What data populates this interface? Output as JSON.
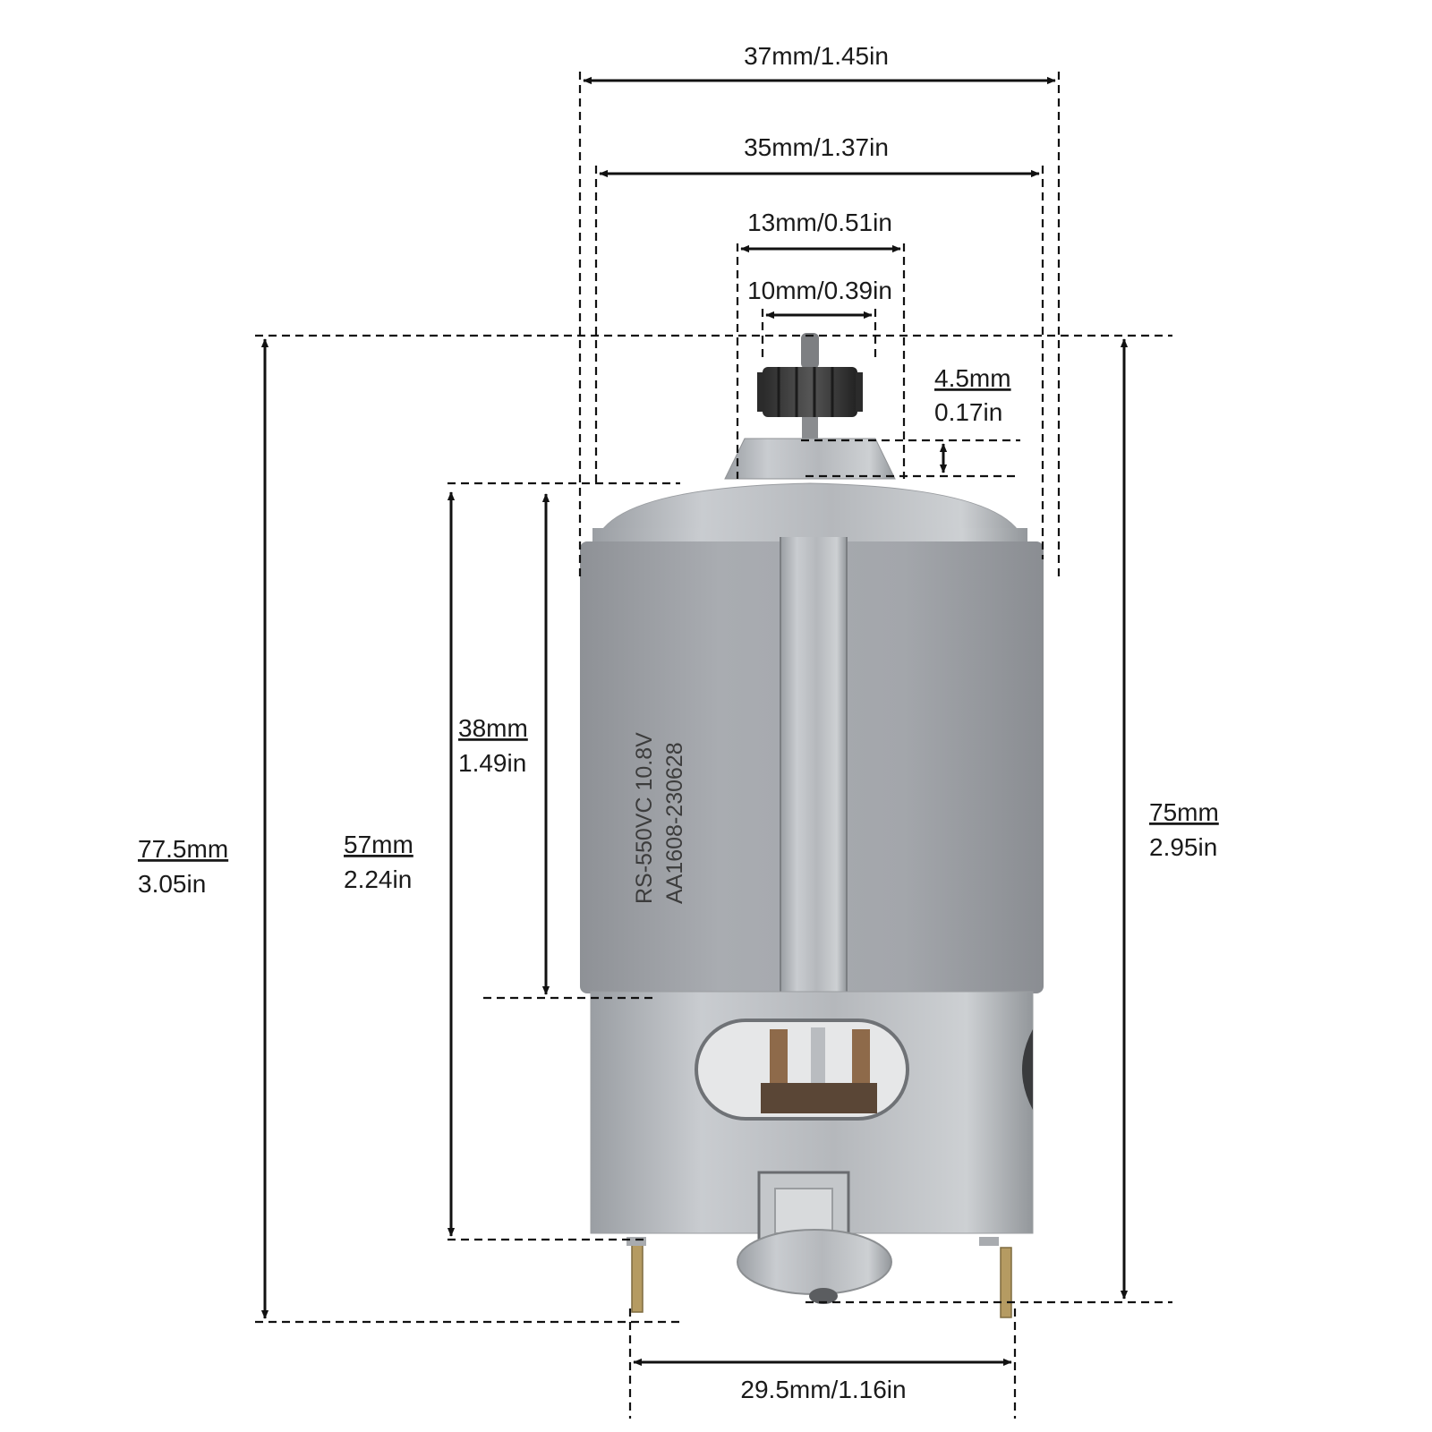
{
  "dimensions": {
    "can_diameter": "37mm/1.45in",
    "body_diameter": "35mm/1.37in",
    "boss_diameter": "13mm/0.51in",
    "pinion_diameter": "10mm/0.39in",
    "boss_height_mm": "4.5mm",
    "boss_height_in": "0.17in",
    "magnet_length_mm": "38mm",
    "magnet_length_in": "1.49in",
    "body_length_mm": "57mm",
    "body_length_in": "2.24in",
    "total_length_mm": "77.5mm",
    "total_length_in": "3.05in",
    "length_no_terminals_mm": "75mm",
    "length_no_terminals_in": "2.95in",
    "terminal_spacing": "29.5mm/1.16in"
  },
  "motor": {
    "label_line1": "RS-550VC  10.8V",
    "label_line2": "AA1608-230628"
  }
}
